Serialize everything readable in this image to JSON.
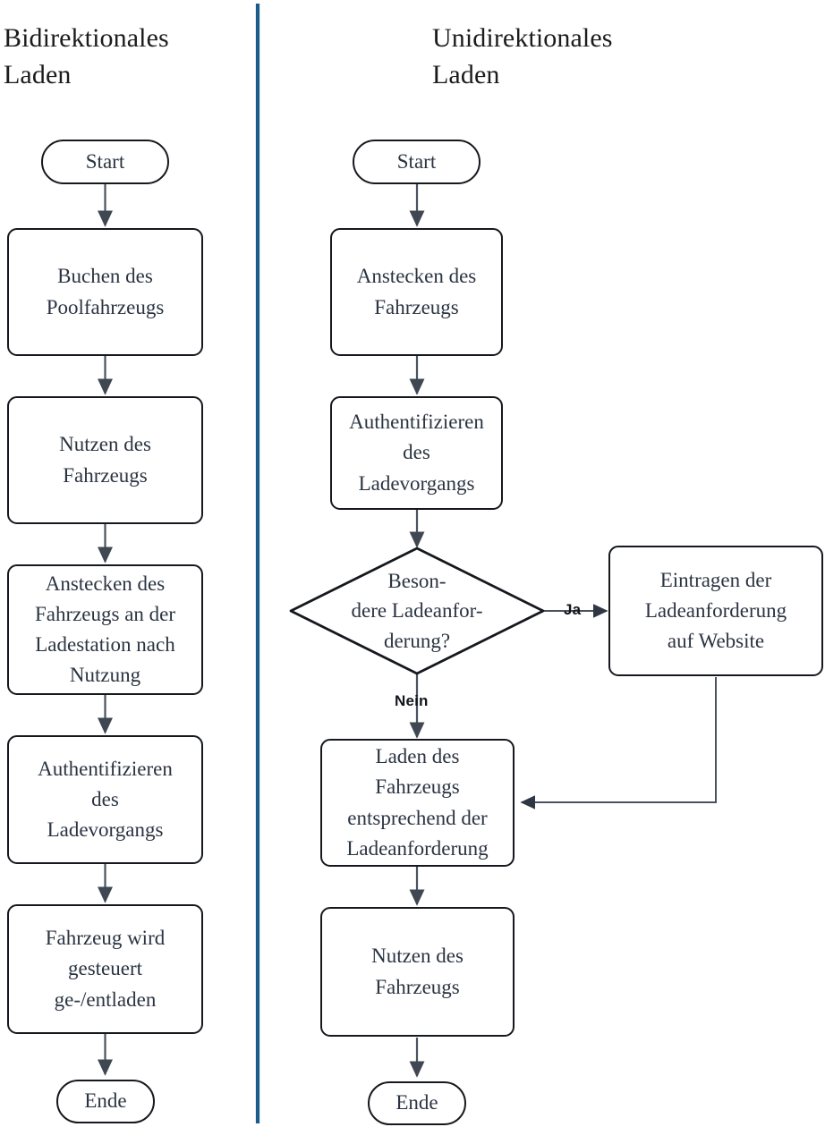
{
  "columns": [
    {
      "id": "bidirectional",
      "title": "Bidirektionales\nLaden"
    },
    {
      "id": "unidirectional",
      "title": "Unidirektionales\nLaden"
    }
  ],
  "divider": {
    "color": "#1a5c8c"
  },
  "colors": {
    "node_stroke": "#15181d",
    "node_fill": "#ffffff",
    "text": "#2b3442",
    "title_text": "#1c1c1c",
    "arrow": "#4a525e",
    "edge_label": "#12161c"
  },
  "left_flow": {
    "nodes": [
      {
        "id": "l-start",
        "type": "terminator",
        "label": "Start"
      },
      {
        "id": "l-1",
        "type": "process",
        "label": "Buchen des\nPoolfahrzeugs"
      },
      {
        "id": "l-2",
        "type": "process",
        "label": "Nutzen des\nFahrzeugs"
      },
      {
        "id": "l-3",
        "type": "process",
        "label": "Anstecken des\nFahrzeugs an der\nLadestation nach\nNutzung"
      },
      {
        "id": "l-4",
        "type": "process",
        "label": "Authentifizieren\ndes\nLadevorgangs"
      },
      {
        "id": "l-5",
        "type": "process",
        "label": "Fahrzeug wird\ngesteuert\nge-/entladen"
      },
      {
        "id": "l-end",
        "type": "terminator",
        "label": "Ende"
      }
    ]
  },
  "right_flow": {
    "nodes": [
      {
        "id": "r-start",
        "type": "terminator",
        "label": "Start"
      },
      {
        "id": "r-1",
        "type": "process",
        "label": "Anstecken des\nFahrzeugs"
      },
      {
        "id": "r-2",
        "type": "process",
        "label": "Authentifizieren\ndes\nLadevorgangs"
      },
      {
        "id": "r-dec",
        "type": "decision",
        "label": "Beson-\ndere Ladeanfor-\nderung?"
      },
      {
        "id": "r-web",
        "type": "process",
        "label": "Eintragen der\nLadeanforderung\nauf Website"
      },
      {
        "id": "r-3",
        "type": "process",
        "label": "Laden des\nFahrzeugs\nentsprechend der\nLadeanforderung"
      },
      {
        "id": "r-4",
        "type": "process",
        "label": "Nutzen des\nFahrzeugs"
      },
      {
        "id": "r-end",
        "type": "terminator",
        "label": "Ende"
      }
    ],
    "edge_labels": {
      "yes": "Ja",
      "no": "Nein"
    }
  }
}
